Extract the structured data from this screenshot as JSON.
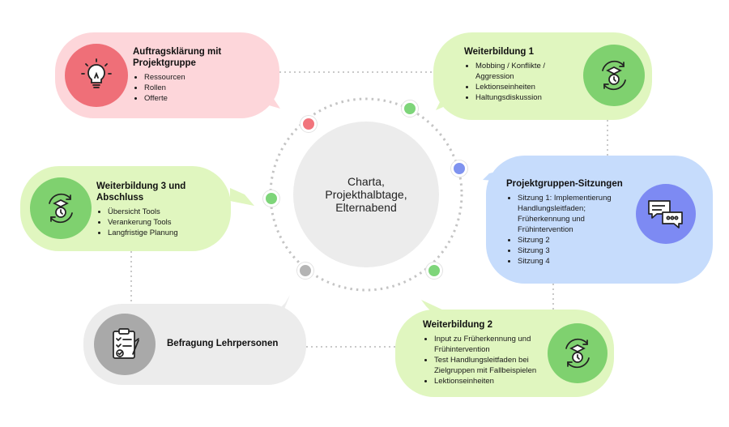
{
  "center": {
    "title": "Charta,\nProjekthalbtage,\nElternabend"
  },
  "colors": {
    "pink_bg": "#fdd6da",
    "pink_icon": "#ef6f78",
    "green_bg": "#e0f6bf",
    "green_icon": "#7fd16f",
    "blue_bg": "#c6dcfc",
    "blue_icon": "#7d8af3",
    "gray_bg": "#ececec",
    "gray_icon": "#a9a9a9",
    "dot_red": "#f1747c",
    "dot_green": "#7ed57a",
    "dot_blue": "#7f93ef",
    "dot_gray": "#b4b4b4"
  },
  "nodes": {
    "auftrag": {
      "title": "Auftragsklärung mit Projektgruppe",
      "items": [
        "Ressourcen",
        "Rollen",
        "Offerte"
      ],
      "icon": "lightbulb-icon"
    },
    "wb1": {
      "title": "Weiterbildung 1",
      "items": [
        "Mobbing / Konflikte / Aggression",
        "Lektionseinheiten",
        "Haltungsdiskussion"
      ],
      "icon": "graduation-clock-icon"
    },
    "pgs": {
      "title": "Projektgruppen-Sitzungen",
      "items": [
        "Sitzung 1: Implementierung Handlungsleitfaden; Früherkennung und Frühintervention",
        "Sitzung 2",
        "Sitzung 3",
        "Sitzung 4"
      ],
      "icon": "chat-bubbles-icon"
    },
    "wb2": {
      "title": "Weiterbildung 2",
      "items": [
        "Input zu Früherkennung und Frühintervention",
        "Test Handlungsleitfaden bei Zielgruppen mit Fallbeispielen",
        "Lektionseinheiten"
      ],
      "icon": "graduation-clock-icon"
    },
    "befragung": {
      "title": "Befragung Lehrpersonen",
      "icon": "clipboard-checklist-icon"
    },
    "wb3": {
      "title": "Weiterbildung 3 und Abschluss",
      "items": [
        "Übersicht Tools",
        "Verankerung Tools",
        "Langfristige Planung"
      ],
      "icon": "graduation-clock-icon"
    }
  }
}
